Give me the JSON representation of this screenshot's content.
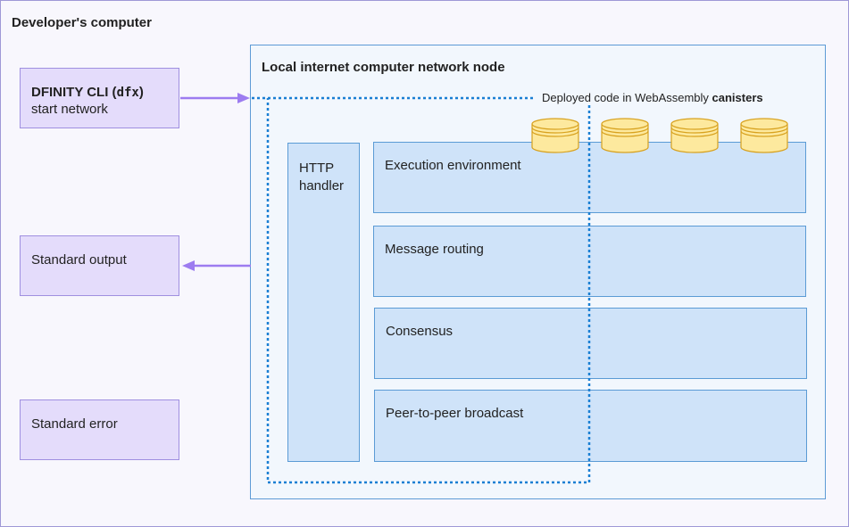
{
  "outer": {
    "title": "Developer's computer"
  },
  "left_boxes": {
    "cli": {
      "title_prefix": "DFINITY CLI (",
      "title_code": "dfx",
      "title_suffix": ")",
      "subtitle": "start network"
    },
    "stdout": {
      "label": "Standard output"
    },
    "stderr": {
      "label": "Standard error"
    }
  },
  "node": {
    "title": "Local internet computer network node",
    "canister_label_prefix": "Deployed code in WebAssembly ",
    "canister_label_bold": "canisters",
    "http_handler": "HTTP handler",
    "layers": [
      "Execution environment",
      "Message routing",
      "Consensus",
      "Peer-to-peer broadcast"
    ]
  },
  "icons": {
    "canister": "database-cylinder-icon",
    "arrow": "arrow-icon"
  },
  "colors": {
    "accent_arrow": "#9d7cf0",
    "dotted_border": "#1a7fd3",
    "cylinder_fill": "#fde99e",
    "cylinder_stroke": "#d8a21f"
  }
}
